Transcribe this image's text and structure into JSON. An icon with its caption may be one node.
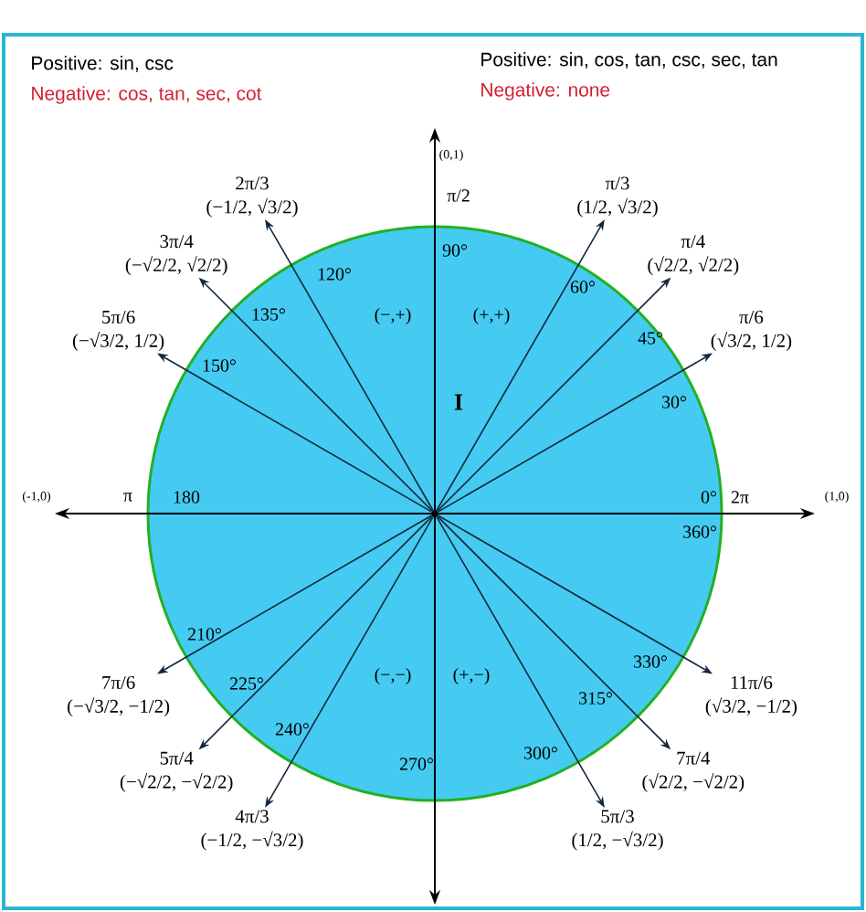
{
  "diagram": {
    "nodes": [
      {
        "text": [],
        "shape": "circle"
      },
      {
        "text": [
          "π/3",
          "(1/2, √3/2)"
        ]
      },
      {
        "text": [
          "π/4",
          "(√2/2, √2/2)"
        ]
      },
      {
        "text": [
          "π/6",
          "(√3/2, 1/2)"
        ]
      },
      {
        "text": [
          "2π/3",
          "(−1/2, √3/2)"
        ]
      },
      {
        "text": [
          "3π/4",
          "(−√2/2, √2/2)"
        ]
      },
      {
        "text": [
          "5π/6",
          "(−√3/2, 1/2)"
        ]
      },
      {
        "text": [
          "7π/6",
          "(−√3/2, −1/2)"
        ]
      },
      {
        "text": [
          "5π/4",
          "(−√2/2, −√2/2)"
        ]
      },
      {
        "text": [
          "4π/3",
          "(−1/2, −√3/2)"
        ]
      },
      {
        "text": [
          "11π/6",
          "(√3/2, −1/2)"
        ]
      },
      {
        "text": [
          "7π/4",
          "(√2/2, −√2/2)"
        ]
      },
      {
        "text": [
          "5π/3",
          "(1/2, −√3/2)"
        ]
      }
    ],
    "edges": [
      {
        "from": 0,
        "to": 1,
        "arrow": "to"
      },
      {
        "from": 0,
        "to": 2,
        "arrow": "to"
      },
      {
        "from": 0,
        "to": 3,
        "arrow": "to"
      },
      {
        "from": 0,
        "to": 4,
        "arrow": "to"
      },
      {
        "from": 0,
        "to": 5,
        "arrow": "to"
      },
      {
        "from": 0,
        "to": 6,
        "arrow": "to"
      },
      {
        "from": 0,
        "to": 7,
        "arrow": "to"
      },
      {
        "from": 0,
        "to": 8,
        "arrow": "to"
      },
      {
        "from": 0,
        "to": 9,
        "arrow": "to"
      },
      {
        "from": 0,
        "to": 10,
        "arrow": "to"
      },
      {
        "from": 0,
        "to": 11,
        "arrow": "to"
      },
      {
        "from": 0,
        "to": 12,
        "arrow": "to"
      }
    ],
    "labels": [
      "Positive: sin, csc",
      "Positive: sin, cos, tan, csc, sec, tan",
      "Negative: cos, tan, sec, cot",
      "Negative: none",
      "(0,1)",
      "π/2",
      "90°",
      "120°",
      "60°",
      "135°",
      "(−,+)",
      "(+,+)",
      "45°",
      "150°",
      "I",
      "30°",
      "(-1,0)",
      "π",
      "180",
      "0°",
      "2π",
      "(1,0)",
      "360°",
      "210°",
      "330°",
      "(−,−)",
      "(+,−)",
      "225°",
      "315°",
      "240°",
      "300°",
      "270°"
    ]
  }
}
